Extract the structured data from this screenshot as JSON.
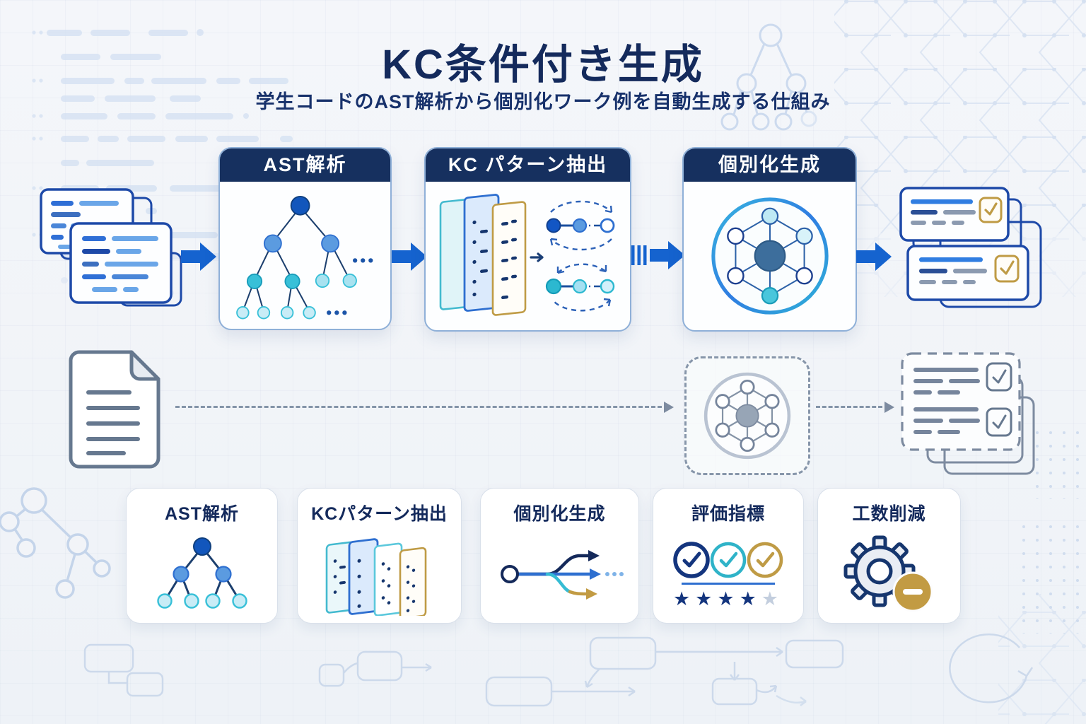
{
  "header": {
    "title": "KC条件付き生成",
    "subtitle": "学生コードのAST解析から個別化ワーク例を自動生成する仕組み"
  },
  "pipeline": {
    "stage1": {
      "label": "AST解析",
      "icon": "ast-tree-icon"
    },
    "stage2": {
      "label": "KC パターン抽出",
      "icon": "kc-pattern-layers-icon"
    },
    "stage3": {
      "label": "個別化生成",
      "icon": "generation-network-icon"
    },
    "input_icon": "code-documents-icon",
    "output_icon": "checked-worksheets-icon",
    "connector_icon": "flow-arrow-icon"
  },
  "secondary_flow": {
    "input_icon": "plain-document-icon",
    "process_icon": "gray-network-icon",
    "output_icon": "dashed-checked-worksheets-icon",
    "connector_icon": "dashed-arrow-icon"
  },
  "features": {
    "ast": {
      "label": "AST解析",
      "icon": "ast-tree-icon"
    },
    "kc": {
      "label": "KCパターン抽出",
      "icon": "kc-pattern-layers-icon"
    },
    "gen": {
      "label": "個別化生成",
      "icon": "branching-arrows-icon"
    },
    "eval": {
      "label": "評価指標",
      "icon": "check-circles-and-stars-icon",
      "stars_filled": "★★★★",
      "stars_empty": "★",
      "stars_filled_count": 4,
      "stars_total": 5
    },
    "cost": {
      "label": "工数削減",
      "icon": "gear-minus-icon"
    }
  },
  "colors": {
    "navy": "#16305f",
    "title_navy": "#142a5c",
    "arrow_blue": "#1563cf",
    "mid_blue": "#5b9be0",
    "cyan": "#35bcd4",
    "light_cyan": "#c8ecf6",
    "gold": "#bf9b45",
    "gray": "#76859c",
    "background": "#f2f4f8"
  }
}
